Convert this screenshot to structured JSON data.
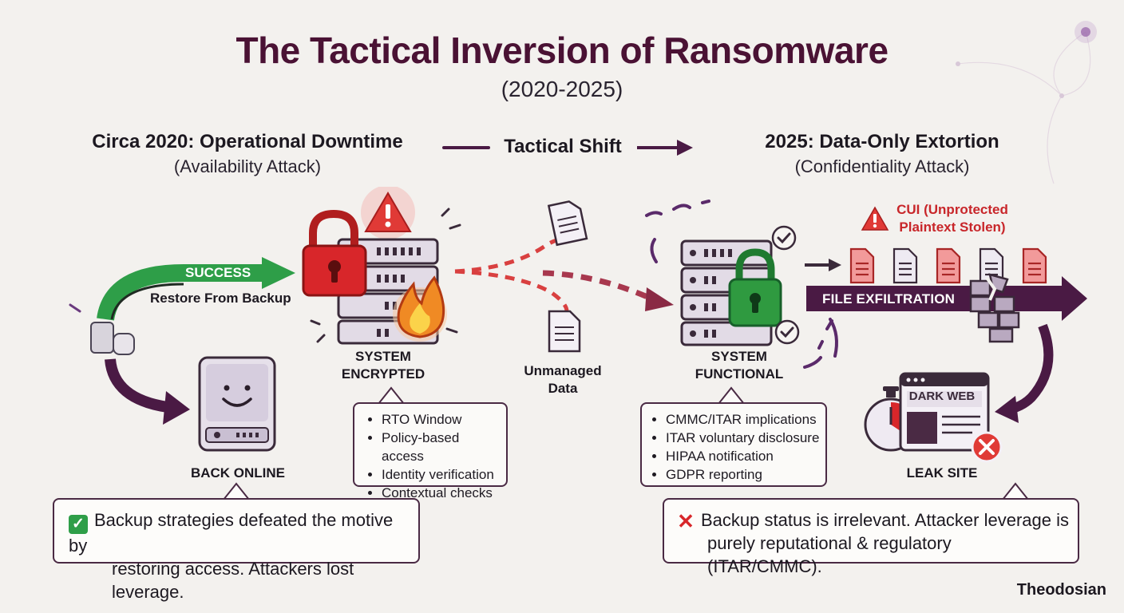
{
  "title": "The Tactical Inversion of Ransomware",
  "subtitle": "(2020-2025)",
  "left_phase": {
    "heading": "Circa 2020: Operational Downtime",
    "subheading": "(Availability Attack)",
    "success_label": "SUCCESS",
    "restore_label": "Restore From Backup",
    "encrypted_label_line1": "SYSTEM",
    "encrypted_label_line2": "ENCRYPTED",
    "back_online_label": "BACK ONLINE",
    "controls": [
      "RTO Window",
      "Policy-based access",
      "Identity verification",
      "Contextual checks"
    ],
    "note_line1": "Backup strategies defeated the motive by",
    "note_line2": "restoring access. Attackers lost leverage."
  },
  "shift": {
    "label": "Tactical Shift",
    "data_label_line1": "Unmanaged",
    "data_label_line2": "Data"
  },
  "right_phase": {
    "heading": "2025: Data-Only Extortion",
    "subheading": "(Confidentiality Attack)",
    "cui_line1": "CUI (Unprotected",
    "cui_line2": "Plaintext Stolen)",
    "exfil_label": "FILE EXFILTRATION",
    "functional_label_line1": "SYSTEM",
    "functional_label_line2": "FUNCTIONAL",
    "dark_web_label": "DARK WEB",
    "leak_site_label": "LEAK SITE",
    "implications": [
      "CMMC/ITAR implications",
      "ITAR voluntary disclosure",
      "HIPAA notification",
      "GDPR reporting"
    ],
    "note_line1": "Backup status is irrelevant. Attacker leverage is",
    "note_line2": "purely reputational & regulatory (ITAR/CMMC)."
  },
  "brand": "Theodosian",
  "colors": {
    "title": "#4a1234",
    "success_green": "#2e9e48",
    "alert_red": "#d8312f",
    "purple": "#4a1a44",
    "lock_green": "#27923c"
  }
}
